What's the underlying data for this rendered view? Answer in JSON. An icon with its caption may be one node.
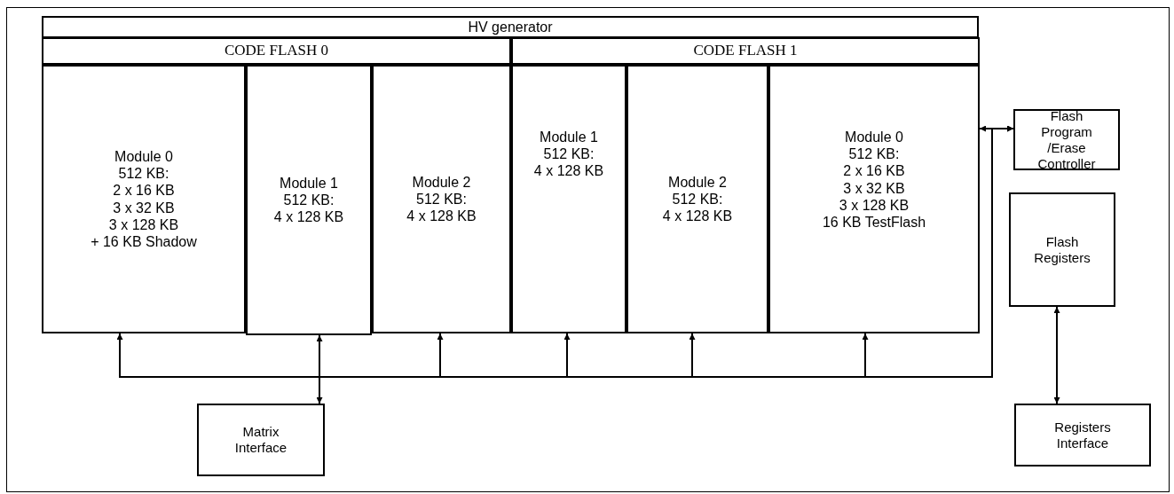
{
  "diagram": {
    "nodes": [
      {
        "text": [],
        "shape": "box"
      },
      {
        "text": [
          "HV generator"
        ],
        "in": 0
      },
      {
        "text": [
          "CODE FLASH 0"
        ],
        "in": 0
      },
      {
        "text": [
          "CODE FLASH 1"
        ],
        "in": 0
      },
      {
        "text": [
          "Module 0",
          "512 KB:",
          "2 x 16 KB",
          "3 x 32 KB",
          "3 x 128 KB",
          "+ 16 KB Shadow"
        ],
        "in": 0
      },
      {
        "text": [
          "Module 1",
          "512 KB:",
          "4 x 128 KB"
        ],
        "in": 0
      },
      {
        "text": [
          "Module 2",
          "512 KB:",
          "4 x 128 KB"
        ],
        "in": 0
      },
      {
        "text": [
          "Module 1",
          "512 KB:",
          "4 x 128 KB"
        ],
        "in": 0
      },
      {
        "text": [
          "Module 2",
          "512 KB:",
          "4 x 128 KB"
        ],
        "in": 0
      },
      {
        "text": [
          "Module 0",
          "512 KB:",
          "2 x 16 KB",
          "3 x 32 KB",
          "3 x 128 KB",
          "16 KB TestFlash"
        ],
        "in": 0
      },
      {
        "text": [
          "Flash Program /Erase Controller"
        ],
        "in": 0
      },
      {
        "text": [
          "Flash Registers"
        ],
        "in": 0
      },
      {
        "text": [
          "Matrix Interface"
        ],
        "in": 0
      },
      {
        "text": [
          "Registers Interface"
        ],
        "in": 0
      }
    ],
    "edges": [
      {
        "from": 12,
        "to": 4,
        "arrow": "to"
      },
      {
        "from": 12,
        "to": 5,
        "arrow": "both"
      },
      {
        "from": 12,
        "to": 6,
        "arrow": "to"
      },
      {
        "from": 12,
        "to": 7,
        "arrow": "to"
      },
      {
        "from": 12,
        "to": 8,
        "arrow": "to"
      },
      {
        "from": 12,
        "to": 9,
        "arrow": "to"
      },
      {
        "from": 12,
        "to": 10,
        "arrow": "to"
      },
      {
        "from": 9,
        "to": 10,
        "arrow": "both"
      },
      {
        "from": 11,
        "to": 13,
        "arrow": "both"
      }
    ]
  }
}
